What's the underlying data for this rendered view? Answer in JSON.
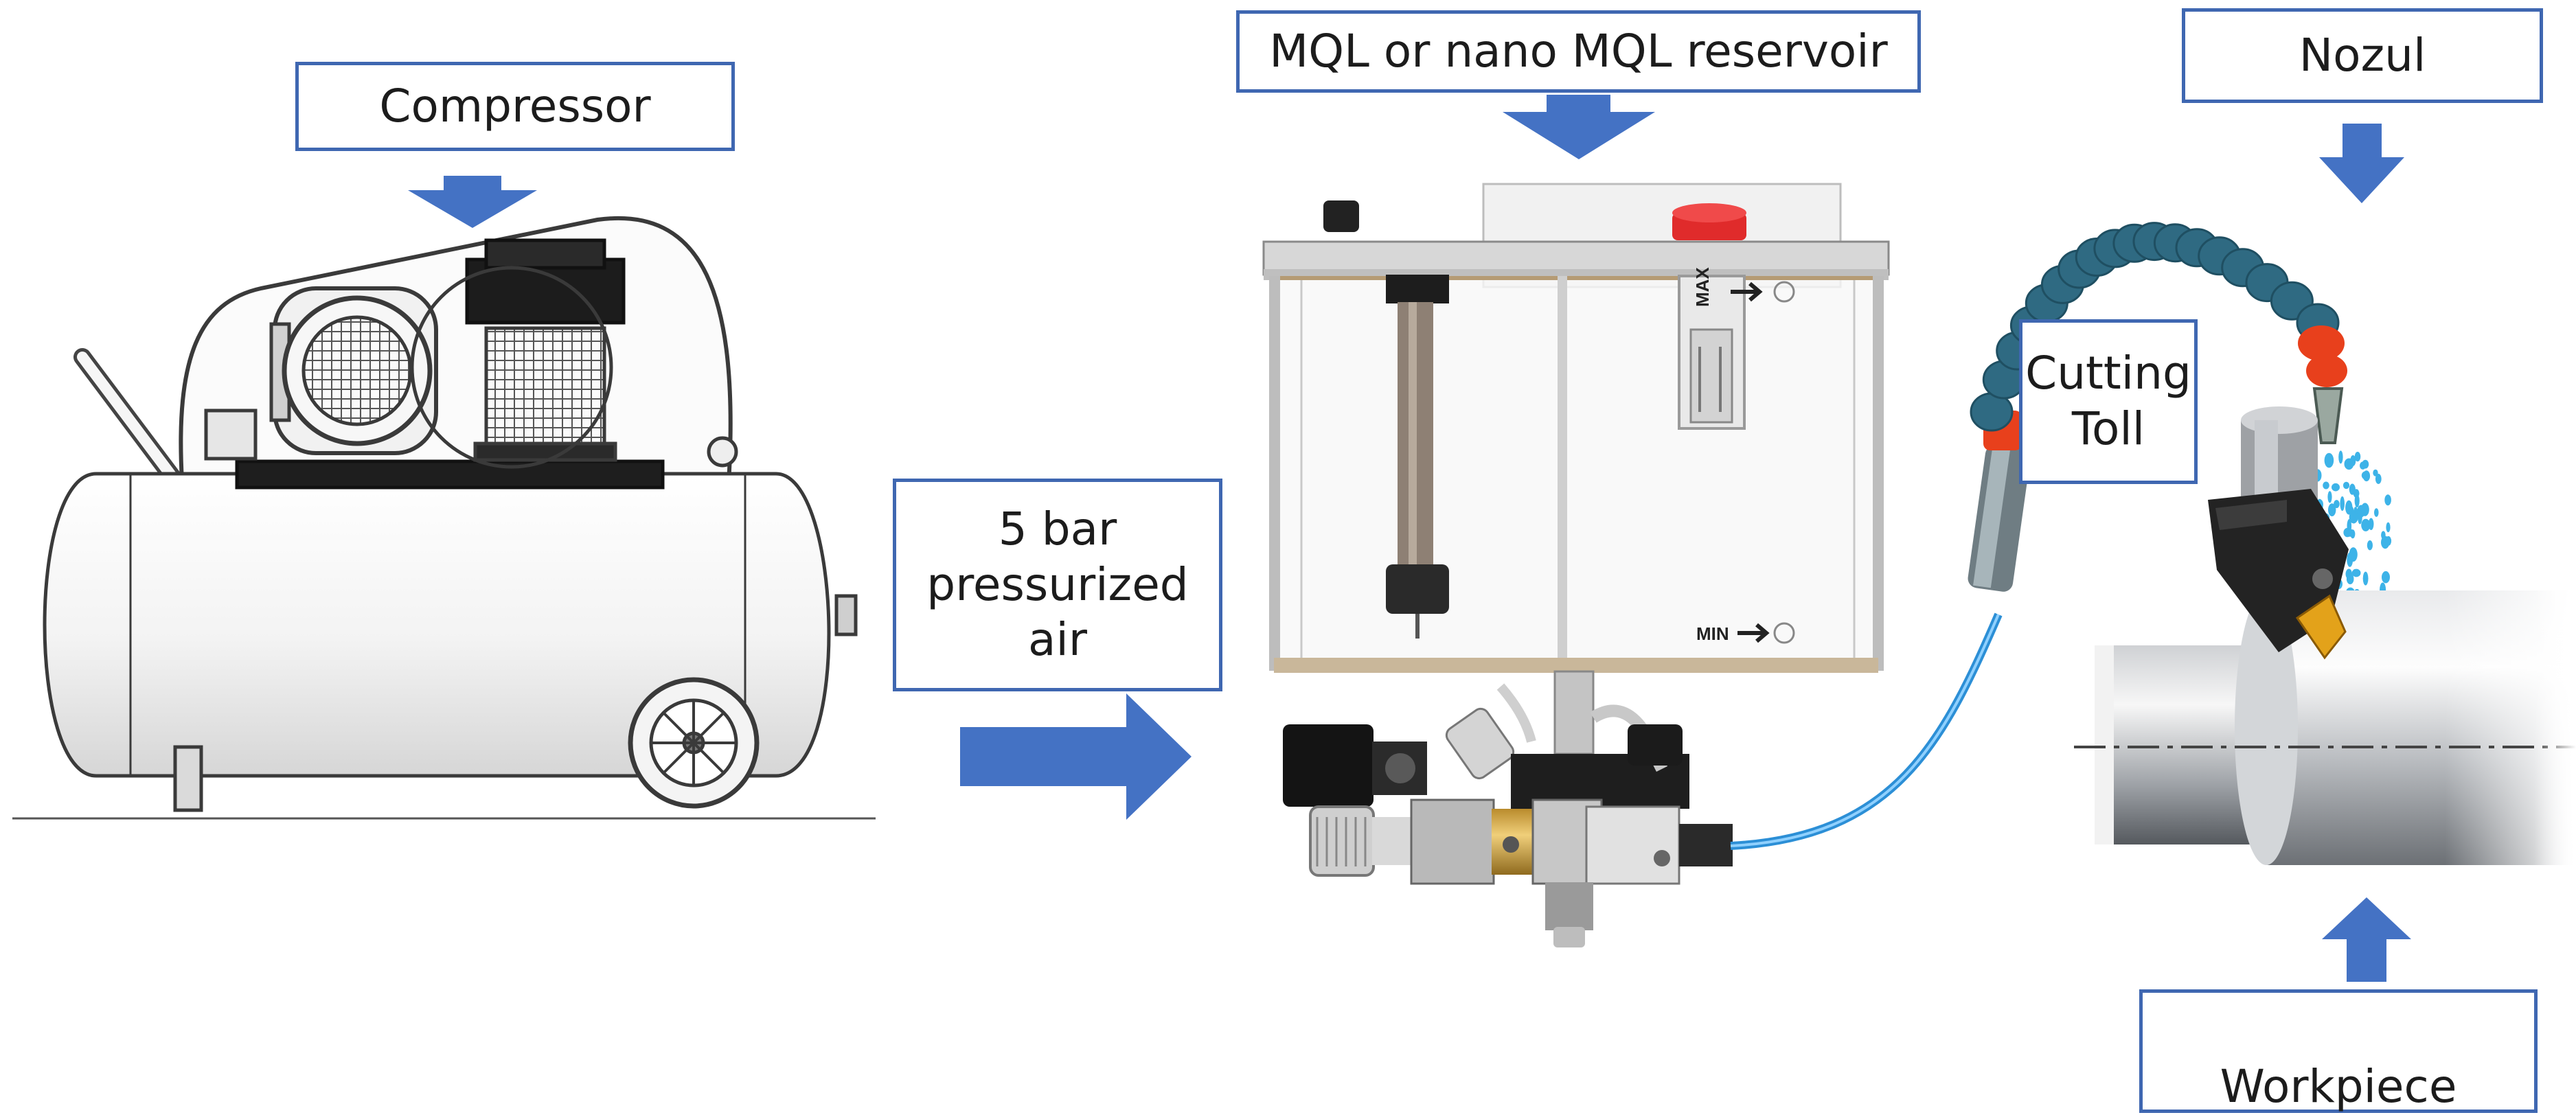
{
  "labels": {
    "compressor": "Compressor",
    "reservoir": "MQL or nano MQL reservoir",
    "nozzle": "Nozul",
    "pressurized_air": "5 bar\npressurized\nair",
    "cutting_tool": "Cutting\nToll",
    "workpiece": "Workpiece"
  },
  "gauge_marks": {
    "max": "MAX",
    "min": "MIN"
  },
  "colors": {
    "arrow": "#4472c4",
    "box_border": "#3f67b1",
    "hose": "#2f6a82",
    "nozzle_tip": "#e8401c",
    "coolant_mist": "#3db3e8",
    "air_line": "#2c8fd6",
    "cap": "#e02b2b",
    "insert": "#e3a21a"
  }
}
